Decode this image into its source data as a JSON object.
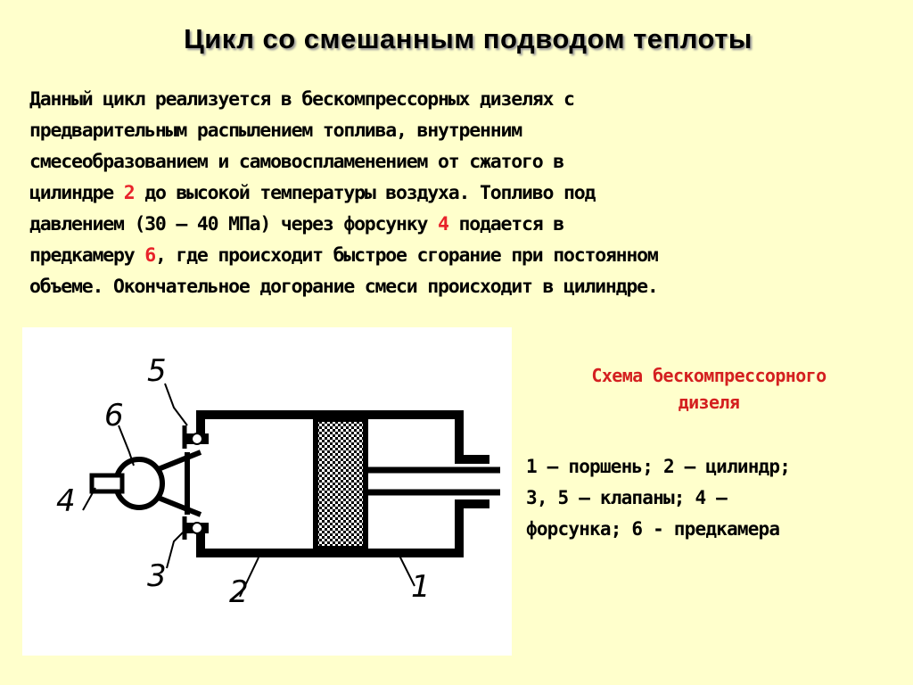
{
  "title": "Цикл со смешанным подводом теплоты",
  "paragraph": {
    "line1": "Данный цикл реализуется в бескомпрессорных дизелях с",
    "line2": "предварительным распылением топлива, внутренним",
    "line3": "смесеобразованием и самовоспламенением от сжатого в",
    "line4_a": "цилиндре ",
    "line4_num": "2",
    "line4_b": " до высокой температуры воздуха. Топливо под",
    "line5_a": "давлением (30 – 40 МПа) через форсунку ",
    "line5_num": "4",
    "line5_b": " подается в",
    "line6_a": "предкамеру ",
    "line6_num": "6",
    "line6_b": ", где происходит быстрое сгорание при постоянном",
    "line7": "объеме. Окончательное догорание смеси происходит в цилиндре."
  },
  "caption": {
    "line1": "Схема бескомпрессорного",
    "line2": "дизеля"
  },
  "legend": {
    "line1": "1 – поршень; 2 – цилиндр;",
    "line2": "3, 5 – клапаны; 4 –",
    "line3": "форсунка; 6 - предкамера"
  },
  "diagram_labels": {
    "l1": "1",
    "l2": "2",
    "l3": "3",
    "l4": "4",
    "l5": "5",
    "l6": "6"
  },
  "colors": {
    "background": "#ffffcc",
    "highlight": "#e8232a",
    "panel": "#ffffff"
  }
}
